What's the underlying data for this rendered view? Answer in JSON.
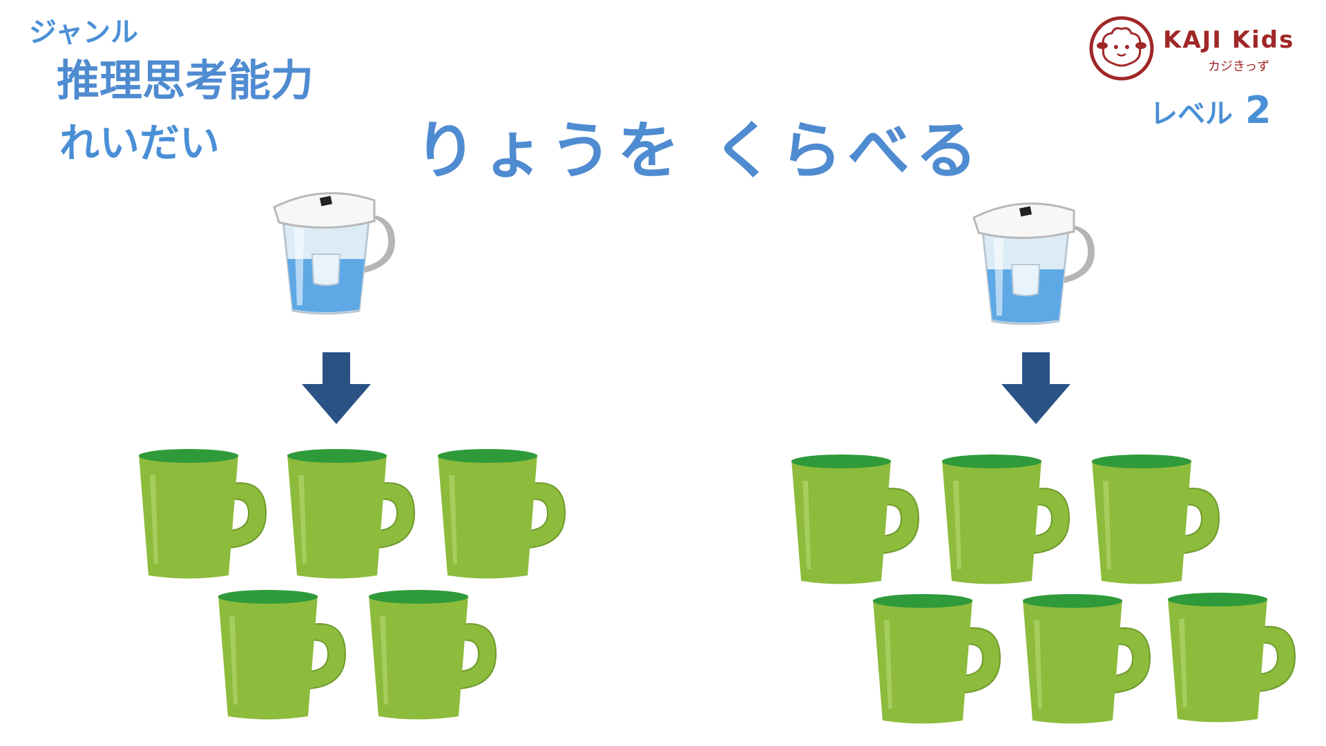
{
  "header": {
    "genre_label": "ジャンル",
    "category": "推理思考能力",
    "subcategory": "れいだい",
    "title": "りょうを くらべる",
    "level_label": "レベル",
    "level_number": "2"
  },
  "logo": {
    "brand": "KAJI Kids",
    "brand_kana": "カジきっず"
  },
  "scenes": [
    {
      "name": "left",
      "pitcher_icon": "water-pitcher-icon",
      "arrow_icon": "arrow-down-icon",
      "mug_icon": "green-mug-icon",
      "mug_count": 5
    },
    {
      "name": "right",
      "pitcher_icon": "water-pitcher-icon",
      "arrow_icon": "arrow-down-icon",
      "mug_icon": "green-mug-icon",
      "mug_count": 6
    }
  ],
  "colors": {
    "text_blue": "#4a8fd6",
    "arrow_navy": "#2a5285",
    "mug_green": "#8dbb3c",
    "mug_rim": "#2f9a3a",
    "water_blue": "#5ea8e6",
    "logo_red": "#a02727"
  }
}
